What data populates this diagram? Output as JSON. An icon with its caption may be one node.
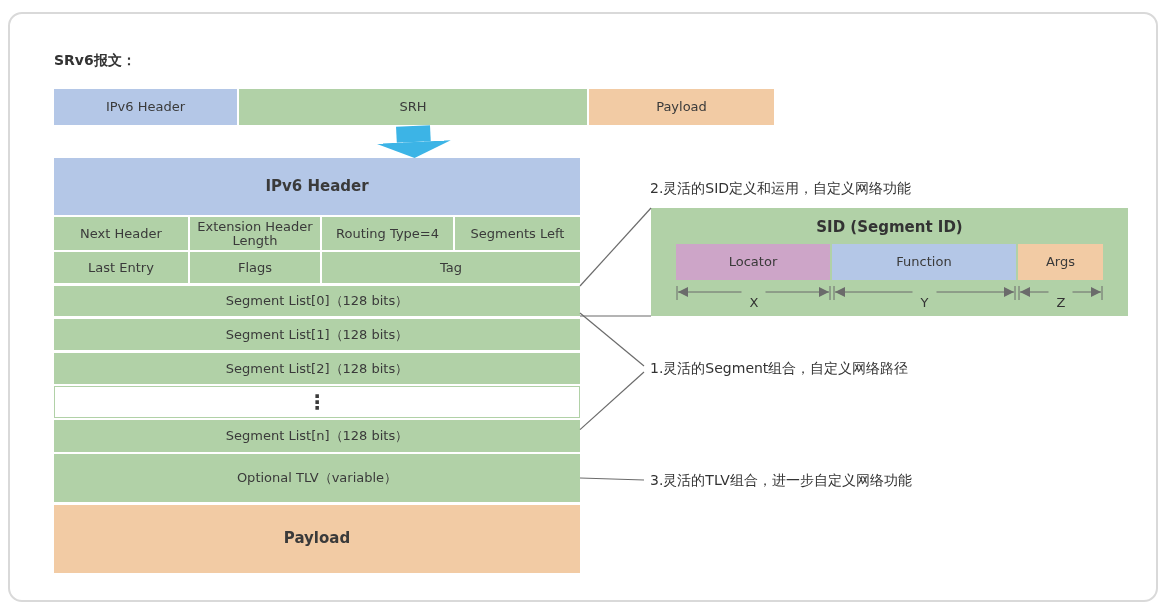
{
  "diagram": {
    "title": "SRv6报文：",
    "nodes": [
      {
        "text": [
          "IPv6 Header"
        ]
      },
      {
        "text": [
          "SRH"
        ]
      },
      {
        "text": [
          "Payload"
        ]
      },
      {
        "text": [
          "IPv6 Header"
        ]
      },
      {
        "text": [
          "Next Header"
        ]
      },
      {
        "text": [
          "Extension Header Length"
        ]
      },
      {
        "text": [
          "Routing Type=4"
        ]
      },
      {
        "text": [
          "Segments Left"
        ]
      },
      {
        "text": [
          "Last Entry"
        ]
      },
      {
        "text": [
          "Flags"
        ]
      },
      {
        "text": [
          "Tag"
        ]
      },
      {
        "text": [
          "Segment List[0]（128 bits）"
        ]
      },
      {
        "text": [
          "Segment List[1]（128 bits）"
        ]
      },
      {
        "text": [
          "Segment List[2]（128 bits）"
        ]
      },
      {
        "text": [
          "⋮"
        ]
      },
      {
        "text": [
          "Segment List[n]（128 bits）"
        ]
      },
      {
        "text": [
          "Optional TLV（variable）"
        ]
      },
      {
        "text": [
          "Payload"
        ]
      },
      {
        "text": [
          "2.灵活的SID定义和运用，自定义网络功能",
          "SID (Segment ID)"
        ]
      },
      {
        "text": [
          "Locator"
        ],
        "in": 18
      },
      {
        "text": [
          "Function"
        ],
        "in": 18
      },
      {
        "text": [
          "Args"
        ],
        "in": 18
      },
      {
        "text": [
          "1.灵活的Segment组合，自定义网络路径"
        ]
      },
      {
        "text": [
          "3.灵活的TLV组合，进一步自定义网络功能"
        ]
      }
    ],
    "edges": [
      {
        "from": 1,
        "to": 3,
        "arrow": "to",
        "style": "thick",
        "color": "#3cb4e6"
      },
      {
        "from": 11,
        "to": 18,
        "arrow": "none"
      },
      {
        "from": 11,
        "to": 18,
        "arrow": "none"
      },
      {
        "from": 22,
        "to": 11,
        "arrow": "none"
      },
      {
        "from": 22,
        "to": 15,
        "arrow": "none"
      },
      {
        "from": 23,
        "to": 16,
        "arrow": "none"
      }
    ],
    "labels": [
      "X",
      "Y",
      "Z"
    ]
  }
}
